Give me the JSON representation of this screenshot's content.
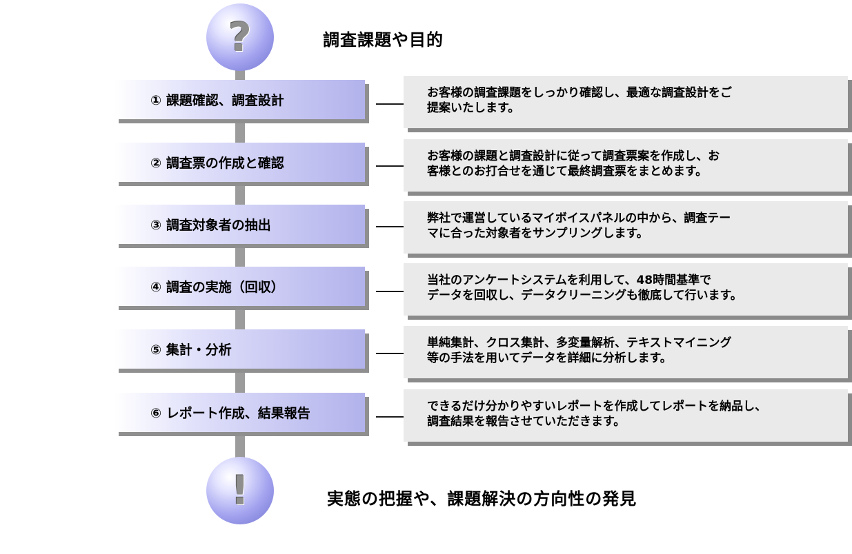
{
  "top": {
    "icon": "question-mark-icon",
    "icon_glyph": "?",
    "heading": "調査課題や目的"
  },
  "bottom": {
    "icon": "exclamation-mark-icon",
    "icon_glyph": "!",
    "heading": "実態の把握や、課題解決の方向性の発見"
  },
  "steps": [
    {
      "label": "① 課題確認、調査設計",
      "desc_line1": "お客様の調査課題をしっかり確認し、最適な調査設計をご",
      "desc_line2": "提案いたします。"
    },
    {
      "label": "② 調査票の作成と確認",
      "desc_line1": "お客様の課題と調査設計に従って調査票案を作成し、お",
      "desc_line2": "客様とのお打合せを通じて最終調査票をまとめます。"
    },
    {
      "label": "③ 調査対象者の抽出",
      "desc_line1": "弊社で運営しているマイボイスパネルの中から、調査テー",
      "desc_line2": "マに合った対象者をサンプリングします。"
    },
    {
      "label": "④ 調査の実施（回収）",
      "desc_line1": "当社のアンケートシステムを利用して、48時間基準で",
      "desc_line2": "データを回収し、データクリーニングも徹底して行います。"
    },
    {
      "label": "⑤ 集計・分析",
      "desc_line1": "単純集計、クロス集計、多変量解析、テキストマイニング",
      "desc_line2": "等の手法を用いてデータを詳細に分析します。"
    },
    {
      "label": "⑥ レポート作成、結果報告",
      "desc_line1": "できるだけ分かりやすいレポートを作成してレポートを納品し、",
      "desc_line2": "調査結果を報告させていただきます。"
    }
  ]
}
